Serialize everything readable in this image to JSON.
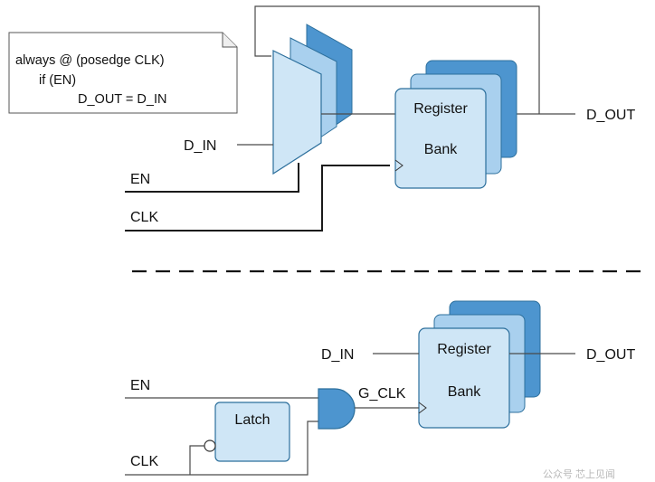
{
  "code_note": {
    "lines": [
      "always @ (posedge CLK)",
      "if (EN)",
      "D_OUT = D_IN"
    ]
  },
  "top_circuit": {
    "input_d": "D_IN",
    "input_en": "EN",
    "input_clk": "CLK",
    "output": "D_OUT",
    "register_line1": "Register",
    "register_line2": "Bank"
  },
  "bottom_circuit": {
    "input_d": "D_IN",
    "input_en": "EN",
    "input_clk": "CLK",
    "latch": "Latch",
    "gated_clock": "G_CLK",
    "output": "D_OUT",
    "register_line1": "Register",
    "register_line2": "Bank"
  },
  "watermark": "公众号 芯上见闻",
  "colors": {
    "block_fill": "#cfe6f6",
    "block_stroke": "#2c6f9c",
    "back_layer_light": "#a9d0ee",
    "back_layer_dark": "#4d95cf",
    "wire": "#1a1a1a"
  }
}
